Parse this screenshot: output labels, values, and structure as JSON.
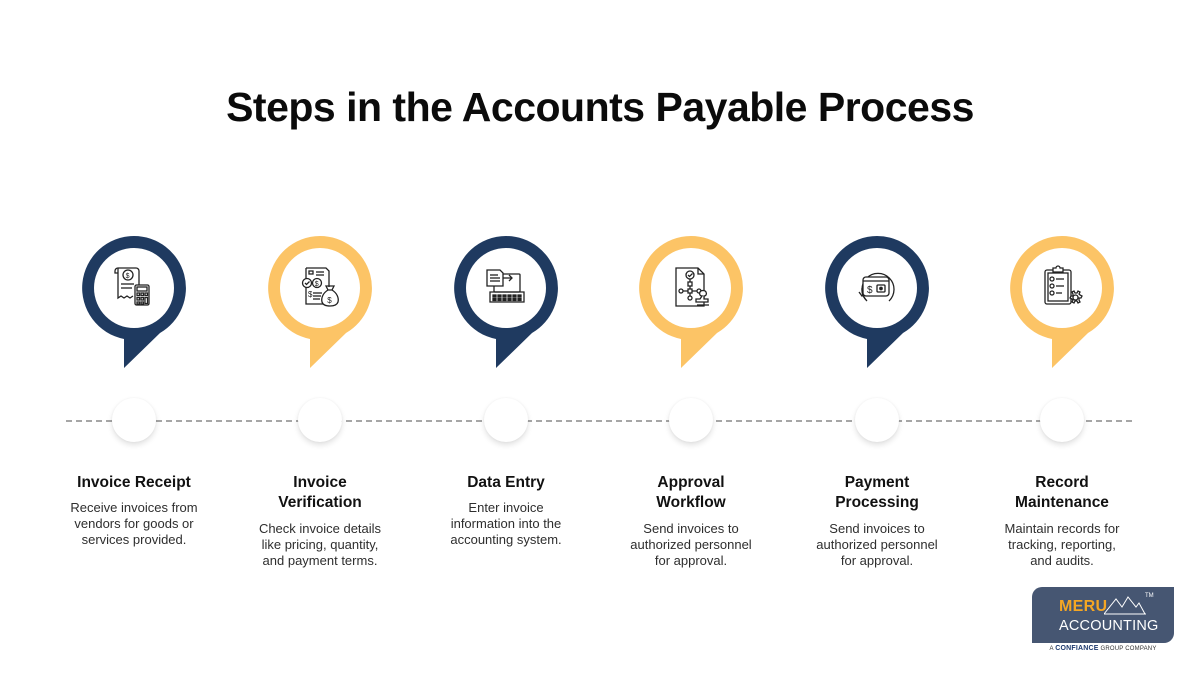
{
  "title": "Steps in the Accounts Payable Process",
  "colors": {
    "navy": "#1f3a60",
    "gold": "#fcc466",
    "timeline": "#a6a6a6",
    "logo_bg": "#465672",
    "logo_accent": "#f5a623"
  },
  "steps": [
    {
      "title": "Invoice Receipt",
      "description": "Receive invoices from vendors for goods or services provided.",
      "desc_lines": [
        "Receive invoices from",
        "vendors for goods or",
        "services provided."
      ],
      "title_lines": [
        "Invoice Receipt"
      ],
      "pin_color": "navy",
      "icon": "receipt-calculator-icon"
    },
    {
      "title": "Invoice Verification",
      "description": "Check invoice details like pricing, quantity, and payment terms.",
      "title_lines": [
        "Invoice",
        "Verification"
      ],
      "desc_lines": [
        "Check invoice details",
        "like pricing, quantity,",
        "and payment terms."
      ],
      "pin_color": "gold",
      "icon": "invoice-check-money-bag-icon"
    },
    {
      "title": "Data Entry",
      "description": "Enter invoice information into the accounting system.",
      "title_lines": [
        "Data Entry"
      ],
      "desc_lines": [
        "Enter invoice",
        "information into the",
        "accounting system."
      ],
      "pin_color": "navy",
      "icon": "laptop-data-entry-icon"
    },
    {
      "title": "Approval Workflow",
      "description": "Send invoices to authorized personnel for approval.",
      "title_lines": [
        "Approval",
        "Workflow"
      ],
      "desc_lines": [
        "Send invoices to",
        "authorized personnel",
        "for approval."
      ],
      "pin_color": "gold",
      "icon": "workflow-stamp-icon"
    },
    {
      "title": "Payment Processing",
      "description": "Send invoices to authorized personnel for approval.",
      "title_lines": [
        "Payment",
        "Processing"
      ],
      "desc_lines": [
        "Send invoices to",
        "authorized personnel",
        "for approval."
      ],
      "pin_color": "navy",
      "icon": "wallet-refresh-icon"
    },
    {
      "title": "Record Maintenance",
      "description": "Maintain records for tracking, reporting, and audits.",
      "title_lines": [
        "Record",
        "Maintenance"
      ],
      "desc_lines": [
        "Maintain records for",
        "tracking, reporting,",
        "and audits."
      ],
      "pin_color": "gold",
      "icon": "clipboard-gear-icon"
    }
  ],
  "logo": {
    "name_top": "MERU",
    "name_bottom": "ACCOUNTING",
    "trademark": "TM",
    "tagline_prefix": "A",
    "tagline_brand": "CONFIANCE",
    "tagline_suffix": "GROUP COMPANY"
  }
}
